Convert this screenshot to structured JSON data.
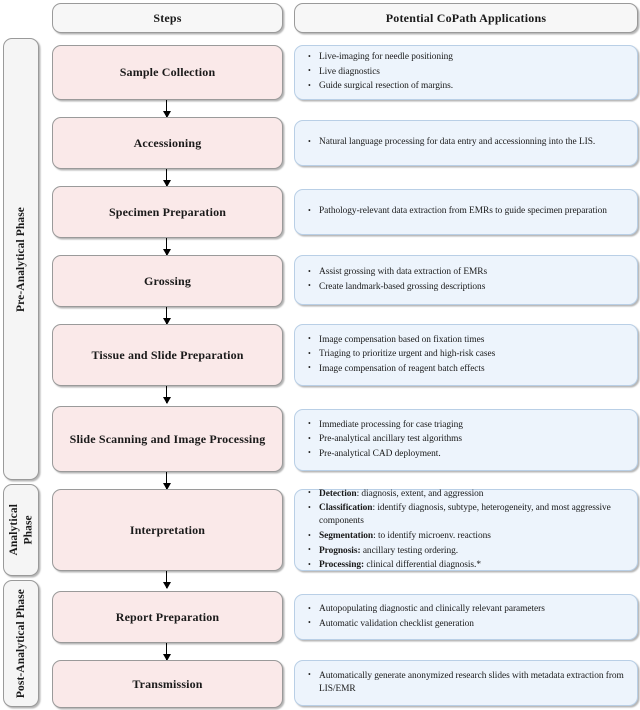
{
  "headers": {
    "steps": "Steps",
    "applications": "Potential CoPath Applications"
  },
  "phases": [
    {
      "label": "Pre-Analytical Phase"
    },
    {
      "label": "Analytical\nPhase"
    },
    {
      "label": "Post-Analytical Phase"
    }
  ],
  "colors": {
    "step_fill": "#fae9e9",
    "apps_fill": "#edf4fc",
    "header_fill": "#f7f7f7",
    "phase_fill": "#f5f5f5",
    "border": "#9a9a9a",
    "apps_border": "#b9cfe6",
    "arrow": "#000000"
  },
  "rows": [
    {
      "step": "Sample Collection",
      "apps": [
        {
          "text": "Live-imaging for needle positioning"
        },
        {
          "text": "Live diagnostics"
        },
        {
          "text": "Guide surgical resection of margins."
        }
      ]
    },
    {
      "step": "Accessioning",
      "apps": [
        {
          "text": "Natural language processing for data entry and accessionning into the LIS."
        }
      ]
    },
    {
      "step": "Specimen Preparation",
      "apps": [
        {
          "text": "Pathology-relevant data extraction from EMRs to guide specimen preparation"
        }
      ]
    },
    {
      "step": "Grossing",
      "apps": [
        {
          "text": "Assist grossing with data extraction of EMRs"
        },
        {
          "text": "Create landmark-based grossing descriptions"
        }
      ]
    },
    {
      "step": "Tissue and Slide Preparation",
      "apps": [
        {
          "text": "Image compensation based on fixation times"
        },
        {
          "text": "Triaging to prioritize urgent and high-risk cases"
        },
        {
          "text": "Image compensation of reagent batch effects"
        }
      ]
    },
    {
      "step": "Slide Scanning and Image Processing",
      "apps": [
        {
          "text": "Immediate processing for case triaging"
        },
        {
          "text": "Pre-analytical ancillary test algorithms"
        },
        {
          "text": "Pre-analytical CAD deployment."
        }
      ]
    },
    {
      "step": "Interpretation",
      "apps": [
        {
          "bold": "Detection",
          "text": ": diagnosis, extent, and aggression"
        },
        {
          "bold": "Classification",
          "text": ": identify diagnosis, subtype, heterogeneity, and most aggressive components"
        },
        {
          "bold": "Segmentation",
          "text": ": to identify microenv. reactions"
        },
        {
          "bold": "Prognosis:",
          "text": " ancillary testing ordering."
        },
        {
          "bold": "Processing:",
          "text": " clinical differential diagnosis.*"
        }
      ]
    },
    {
      "step": "Report Preparation",
      "apps": [
        {
          "text": "Autopopulating diagnostic and clinically relevant parameters"
        },
        {
          "text": "Automatic validation checklist generation"
        }
      ]
    },
    {
      "step": "Transmission",
      "apps": [
        {
          "text": "Automatically generate anonymized research slides with metadata extraction from LIS/EMR"
        }
      ]
    }
  ]
}
